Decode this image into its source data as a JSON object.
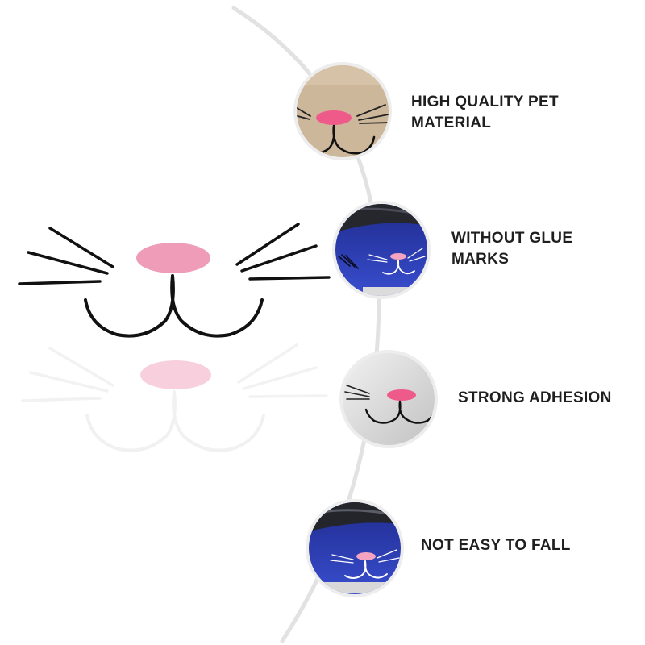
{
  "features": [
    {
      "label": "HIGH QUALITY PET MATERIAL",
      "line1": "HIGH QUALITY PET",
      "line2": "MATERIAL"
    },
    {
      "label": "WITHOUT GLUE MARKS",
      "line1": "WITHOUT GLUE",
      "line2": "MARKS"
    },
    {
      "label": "STRONG ADHESION",
      "line1": "STRONG ADHESION",
      "line2": ""
    },
    {
      "label": "NOT EASY TO FALL",
      "line1": "NOT EASY TO FALL",
      "line2": ""
    }
  ],
  "colors": {
    "nose_pink": "#ee9cb8",
    "nose_hot_pink": "#ee5a8a",
    "line_black": "#111111",
    "arc_gray": "#e2e2e2",
    "car_blue": "#2f3fb8",
    "tan": "#cdb79a"
  }
}
